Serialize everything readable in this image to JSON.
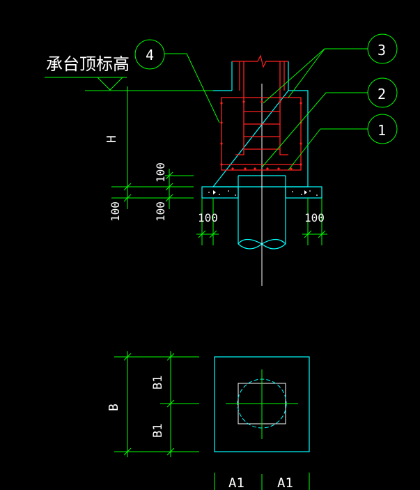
{
  "colors": {
    "background": "#000000",
    "dimension": "#00ff00",
    "concrete": "#00ffff",
    "rebar": "#ff2020",
    "text": "#ffffff",
    "centerline": "#ffffff",
    "cushion_hatch": "#ffffff"
  },
  "labels": {
    "elevation": "承台顶标高",
    "height": "H",
    "dim_100_a": "100",
    "dim_100_b": "100",
    "dim_100_c": "100",
    "dim_100_left": "100",
    "dim_100_right": "100",
    "width": "B",
    "half_width_top": "B1",
    "half_width_bottom": "B1",
    "half_length_left": "A1",
    "half_length_right": "A1"
  },
  "callouts": {
    "c1": "1",
    "c2": "2",
    "c3": "3",
    "c4": "4"
  },
  "icons": {
    "break_symbol": "break-line-icon",
    "elevation_marker": "elevation-triangle-icon"
  }
}
